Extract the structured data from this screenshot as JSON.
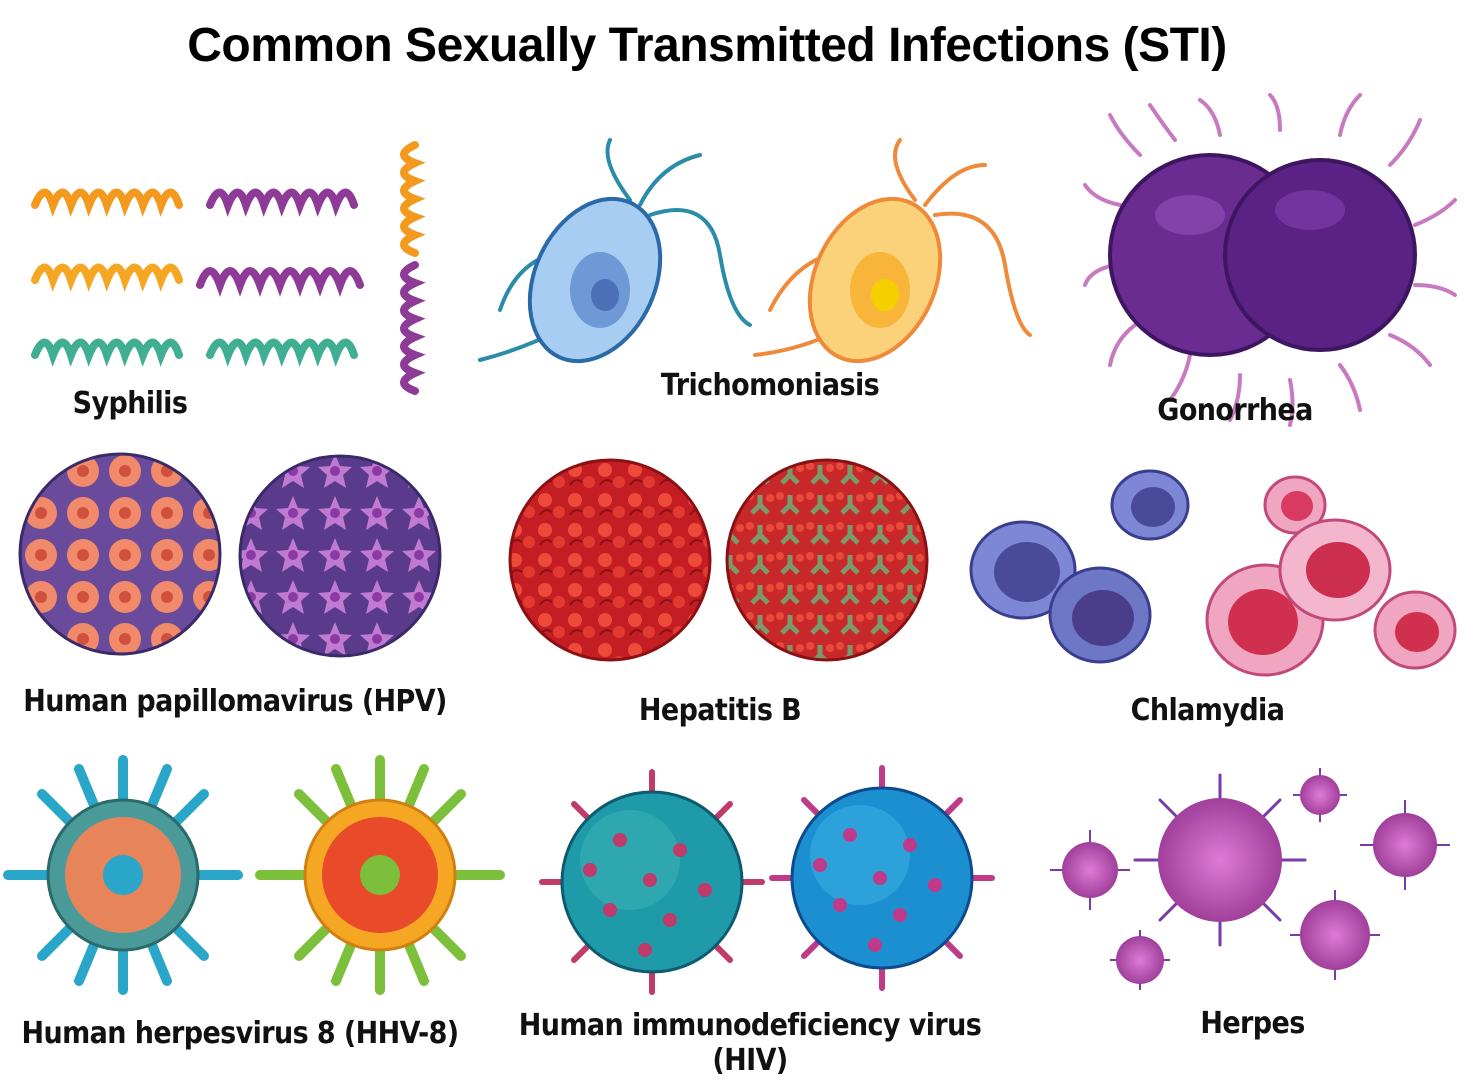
{
  "title": "Common Sexually Transmitted Infections (STI)",
  "infections": [
    {
      "label": "Syphilis"
    },
    {
      "label": "Trichomoniasis"
    },
    {
      "label": "Gonorrhea"
    },
    {
      "label": "Human papillomavirus (HPV)"
    },
    {
      "label": "Hepatitis B"
    },
    {
      "label": "Chlamydia"
    },
    {
      "label": "Human herpesvirus 8 (HHV-8)"
    },
    {
      "label": "Human immunodeficiency virus (HIV)"
    },
    {
      "label": "Herpes"
    }
  ],
  "colors": {
    "syphilis": [
      "#f39a1e",
      "#8e3b98",
      "#3fae92"
    ],
    "trichomoniasis": [
      "#7fb3e8",
      "#f7b23a"
    ],
    "gonorrhea": "#6b2c91",
    "hpv": [
      "#f08a6a",
      "#a056b5"
    ],
    "hepatitis_b": [
      "#d8262a",
      "#7a9a6a"
    ],
    "chlamydia": [
      "#5a5fb0",
      "#e0527a"
    ],
    "hhv8": [
      "#2aa6c8",
      "#7cbf3a"
    ],
    "hiv": [
      "#1b8fb8",
      "#c03a6a"
    ],
    "herpes": "#b04fa5"
  }
}
